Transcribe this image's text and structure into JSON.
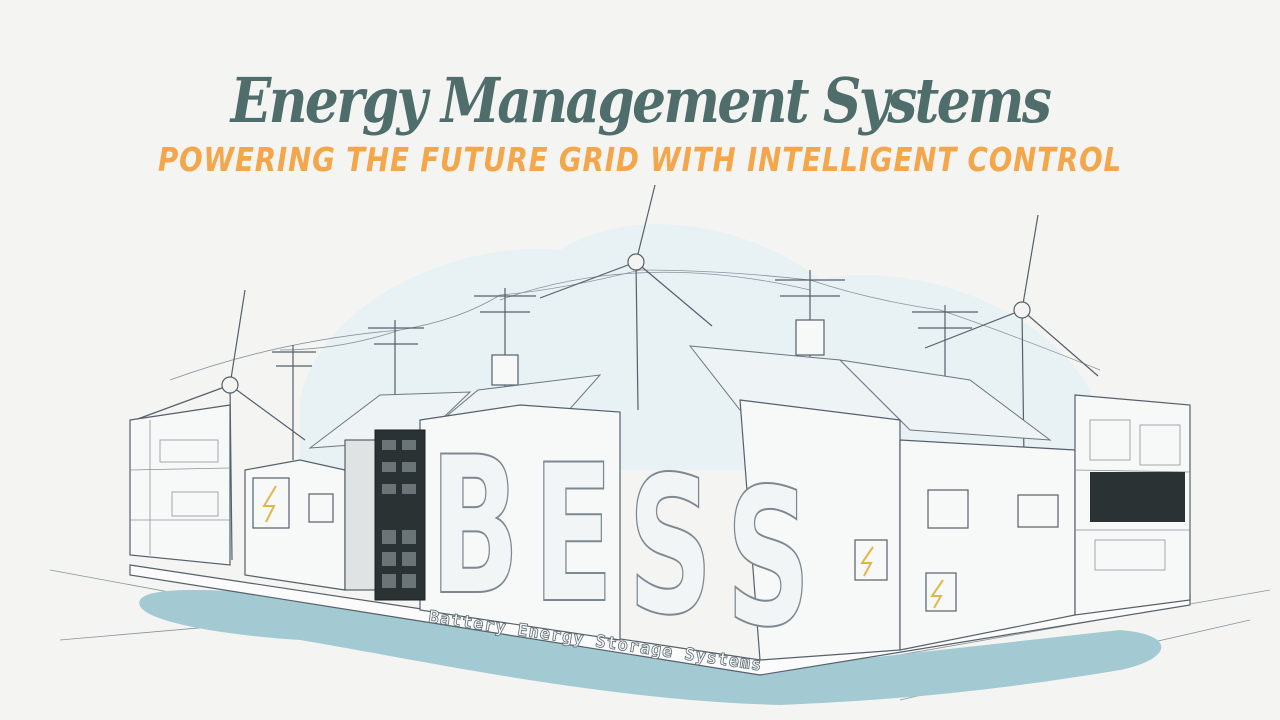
{
  "header": {
    "title": "Energy Management Systems",
    "subtitle": "POWERING THE FUTURE GRID WITH INTELLIGENT CONTROL"
  },
  "illustration": {
    "big_letters": [
      "B",
      "E",
      "S",
      "S"
    ],
    "band_label": "Battery Energy Storage Systems"
  },
  "colors": {
    "background": "#f4f4f2",
    "title": "#4f6d6a",
    "subtitle": "#f4a64a",
    "water": "#a3cad3",
    "sky_blob": "#e8f1f4",
    "rack": "#2b3233"
  }
}
